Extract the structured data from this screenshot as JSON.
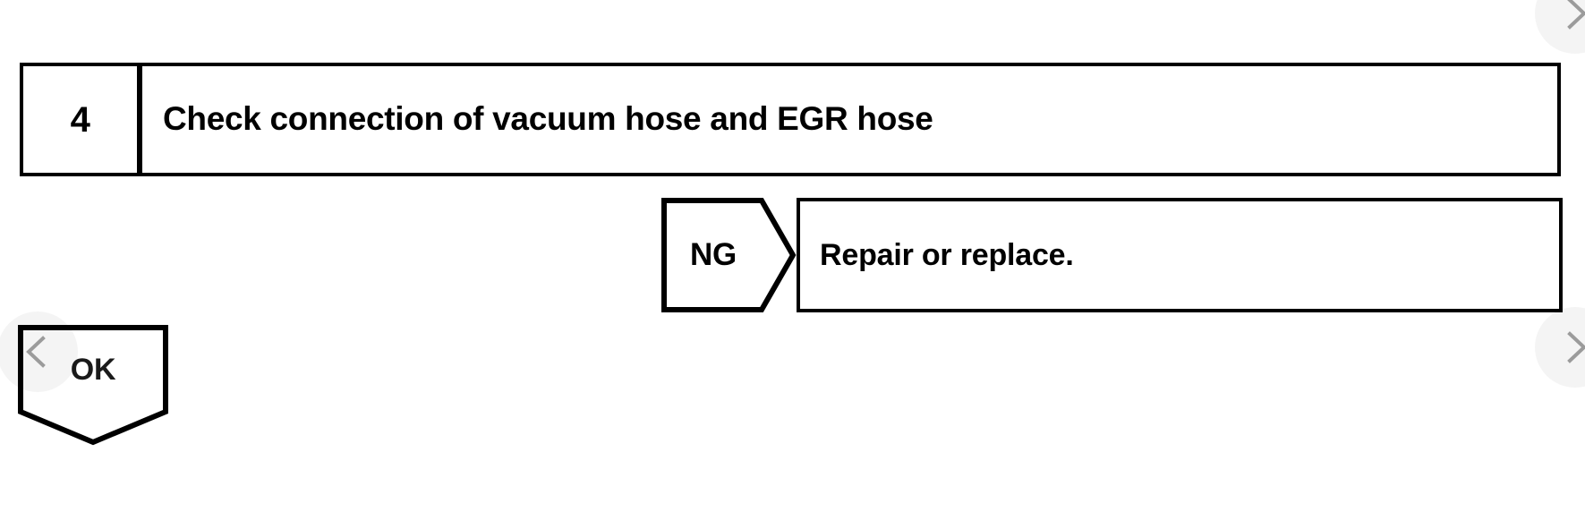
{
  "document": {
    "title": "EGR Diagnostic Flow Step 4"
  },
  "step": {
    "number": "4",
    "description": "Check connection of vacuum hose and EGR hose"
  },
  "branches": [
    {
      "flag": "NG",
      "flag_shape": "pentagon-right",
      "result": "Repair or replace."
    },
    {
      "flag": "OK",
      "flag_shape": "pentagon-down",
      "result": ""
    }
  ],
  "navigation": {
    "prev_label": "chevron-left-icon",
    "next_label": "chevron-right-icon"
  },
  "colors": {
    "ink": "#000000",
    "paper": "#ffffff",
    "nav_overlay": "rgba(0,0,0,0.045)",
    "nav_chevron": "#9b9b9b"
  }
}
